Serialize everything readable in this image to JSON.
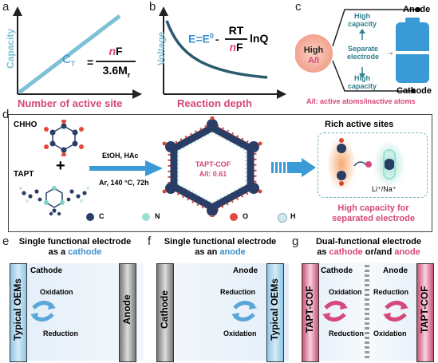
{
  "panels": {
    "a": {
      "letter": "a",
      "ylabel": "Capacity",
      "xlabel": "Number of active site",
      "eq_lhs": "C",
      "eq_sub": "T",
      "eq_num_n": "n",
      "eq_num_F": "F",
      "eq_den": "3.6M",
      "eq_den_sub": "r"
    },
    "b": {
      "letter": "b",
      "ylabel": "Voltage",
      "xlabel": "Reaction depth",
      "eq_E": "E=E",
      "eq_sup": "0",
      "eq_minus": "-",
      "eq_num": "RT",
      "eq_den_n": "n",
      "eq_den_F": "F",
      "eq_tail": "lnQ"
    },
    "c": {
      "letter": "c",
      "circle_line1": "High",
      "circle_line2": "A/I",
      "top_label1": "High",
      "top_label2": "capacity",
      "mid_label1": "Separate",
      "mid_label2": "electrode",
      "bot_label1": "High",
      "bot_label2": "capacity",
      "anode": "Anode",
      "cathode": "Cathode",
      "footnote": "A/I: active atoms/inactive atoms"
    },
    "d": {
      "letter": "d",
      "chho": "CHHO",
      "plus": "+",
      "tapt": "TAPT",
      "cond1": "EtOH, HAc",
      "cond2": "Ar, 140 °C, 72h",
      "cof_name": "TAPT-COF",
      "cof_ratio": "A/I: 0.61",
      "rich_sites": "Rich active sites",
      "ion_label": "Li⁺/Na⁺",
      "high_cap1": "High capacity for",
      "high_cap2": "separated electrode",
      "legend": [
        "C",
        "N",
        "O",
        "H"
      ]
    },
    "e": {
      "letter": "e",
      "title1": "Single functional electrode",
      "title2_pre": "as a ",
      "title2_hl": "cathode",
      "left_bar": "Typical OEMs",
      "right_bar": "Anode",
      "side": "Cathode",
      "ox": "Oxidation",
      "red": "Reduction"
    },
    "f": {
      "letter": "f",
      "title1": "Single functional electrode",
      "title2_pre": "as an ",
      "title2_hl": "anode",
      "left_bar": "Cathode",
      "right_bar": "Typical OEMs",
      "side": "Anode",
      "red": "Reduction",
      "ox": "Oxidation"
    },
    "g": {
      "letter": "g",
      "title1": "Dual-functional electrode",
      "title2_pre": "as ",
      "title2_hl1": "cathode",
      "title2_mid": " or/and ",
      "title2_hl2": "anode",
      "left_bar": "TAPT-COF",
      "right_bar": "TAPT-COF",
      "cathode": "Cathode",
      "anode": "Anode",
      "c_ox": "Oxidation",
      "c_red": "Reduction",
      "a_red": "Reduction",
      "a_ox": "Oxidation"
    }
  },
  "colors": {
    "pink": "#d6477a",
    "blue": "#3a8fd0",
    "navy": "#2a3d66",
    "teal": "#7fd1c4"
  }
}
